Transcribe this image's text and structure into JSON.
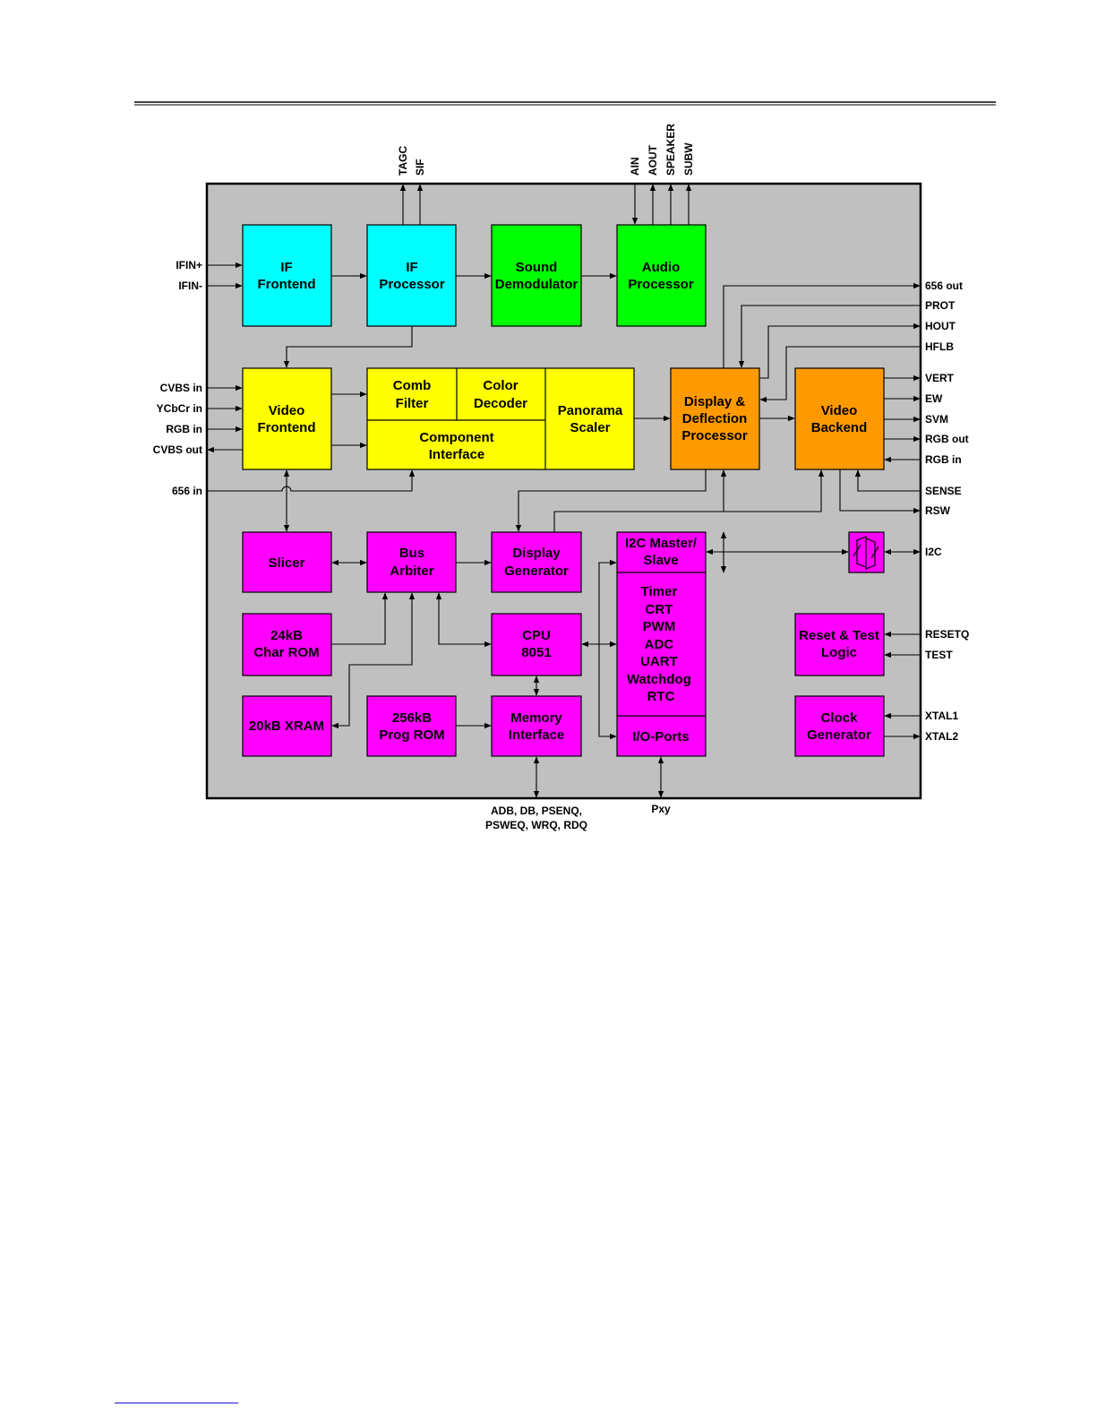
{
  "blocks": {
    "if_frontend": [
      "IF",
      "Frontend"
    ],
    "if_processor": [
      "IF",
      "Processor"
    ],
    "sound_demod": [
      "Sound",
      "Demodulator"
    ],
    "audio_processor": [
      "Audio",
      "Processor"
    ],
    "video_frontend": [
      "Video",
      "Frontend"
    ],
    "comb_filter": [
      "Comb",
      "Filter"
    ],
    "color_decoder": [
      "Color",
      "Decoder"
    ],
    "component_interface": [
      "Component",
      "Interface"
    ],
    "panorama_scaler": [
      "Panorama",
      "Scaler"
    ],
    "display_deflection": [
      "Display &",
      "Deflection",
      "Processor"
    ],
    "video_backend": [
      "Video",
      "Backend"
    ],
    "slicer": [
      "Slicer"
    ],
    "bus_arbiter": [
      "Bus",
      "Arbiter"
    ],
    "display_generator": [
      "Display",
      "Generator"
    ],
    "i2c_master": [
      "I2C Master/",
      "Slave"
    ],
    "peripherals": [
      "Timer",
      "CRT",
      "PWM",
      "ADC",
      "UART",
      "Watchdog",
      "RTC"
    ],
    "io_ports": [
      "I/O-Ports"
    ],
    "char_rom": [
      "24kB",
      "Char ROM"
    ],
    "cpu": [
      "CPU",
      "8051"
    ],
    "reset_test": [
      "Reset & Test",
      "Logic"
    ],
    "xram": [
      "20kB XRAM"
    ],
    "prog_rom": [
      "256kB",
      "Prog ROM"
    ],
    "memory_interface": [
      "Memory",
      "Interface"
    ],
    "clock_generator": [
      "Clock",
      "Generator"
    ]
  },
  "pins": {
    "ifin_p": "IFIN+",
    "ifin_n": "IFIN-",
    "cvbs_in": "CVBS in",
    "ycbcr_in": "YCbCr in",
    "rgb_in_left": "RGB in",
    "cvbs_out": "CVBS out",
    "656_in": "656 in",
    "tagc": "TAGC",
    "sif": "SIF",
    "ain": "AIN",
    "aout": "AOUT",
    "speaker": "SPEAKER",
    "subw": "SUBW",
    "656_out": "656 out",
    "prot": "PROT",
    "hout": "HOUT",
    "hflb": "HFLB",
    "vert": "VERT",
    "ew": "EW",
    "svm": "SVM",
    "rgb_out": "RGB out",
    "rgb_in_right": "RGB in",
    "sense": "SENSE",
    "rsw": "RSW",
    "i2c": "I2C",
    "resetq": "RESETQ",
    "test": "TEST",
    "xtal1": "XTAL1",
    "xtal2": "XTAL2",
    "mem_bus_1": "ADB, DB, PSENQ,",
    "mem_bus_2": "PSWEQ, WRQ, RDQ",
    "pxy": "Pxy"
  },
  "colors": {
    "chip_bg": "#c0c0c0",
    "cyan": "#00ffff",
    "green": "#00ff00",
    "yellow": "#ffff00",
    "orange": "#ff9900",
    "magenta": "#ff00ff"
  }
}
